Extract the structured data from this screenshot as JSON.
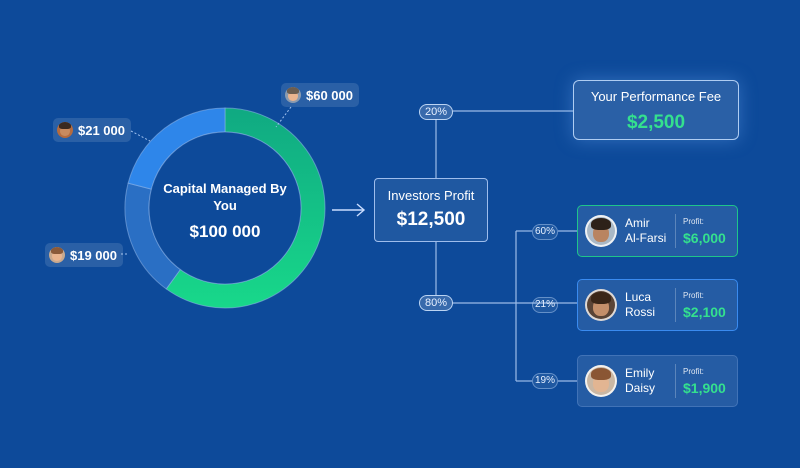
{
  "chart_data": {
    "type": "pie",
    "center_title": "Capital Managed By You",
    "center_value": "$100 000",
    "slices": [
      {
        "label": "$60 000",
        "value": 60000,
        "color": "#1fc58a"
      },
      {
        "label": "$19 000",
        "value": 19000,
        "color": "#2a6fc4"
      },
      {
        "label": "$21 000",
        "value": 21000,
        "color": "#2e86ea"
      }
    ]
  },
  "investors_profit": {
    "label": "Investors Profit",
    "value": "$12,500"
  },
  "performance_fee": {
    "label": "Your Performance Fee",
    "value": "$2,500"
  },
  "splits": {
    "fee_pct": "20%",
    "investors_pct": "80%"
  },
  "investors": [
    {
      "first": "Amir",
      "last": "Al-Farsi",
      "profit_label": "Profit:",
      "profit": "$6,000",
      "pct": "60%",
      "accent": "#1fc58a"
    },
    {
      "first": "Luca",
      "last": "Rossi",
      "profit_label": "Profit:",
      "profit": "$2,100",
      "pct": "21%",
      "accent": "#3a8bf0"
    },
    {
      "first": "Emily",
      "last": "Daisy",
      "profit_label": "Profit:",
      "profit": "$1,900",
      "pct": "19%",
      "accent": "#3b6aa8"
    }
  ]
}
